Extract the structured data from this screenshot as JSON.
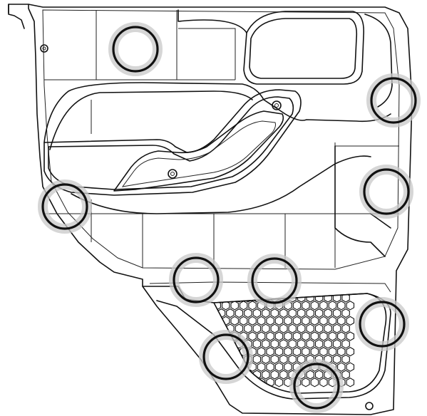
{
  "figure": {
    "subject": "door-trim-panel-line-drawing",
    "clip_marker_count": 9,
    "marker_style": {
      "ring_color": "#111111",
      "halo_color": "#c8c8c8"
    },
    "line_color": "#111111",
    "background": "#ffffff",
    "clip_markers": [
      {
        "id": "clip-1",
        "name": "upper-left"
      },
      {
        "id": "clip-2",
        "name": "upper-right"
      },
      {
        "id": "clip-3",
        "name": "middle-right"
      },
      {
        "id": "clip-4",
        "name": "left-armrest"
      },
      {
        "id": "clip-5",
        "name": "lower-center-left"
      },
      {
        "id": "clip-6",
        "name": "lower-center-right"
      },
      {
        "id": "clip-7",
        "name": "speaker-right"
      },
      {
        "id": "clip-8",
        "name": "speaker-lower-left"
      },
      {
        "id": "clip-9",
        "name": "speaker-bottom"
      }
    ]
  }
}
